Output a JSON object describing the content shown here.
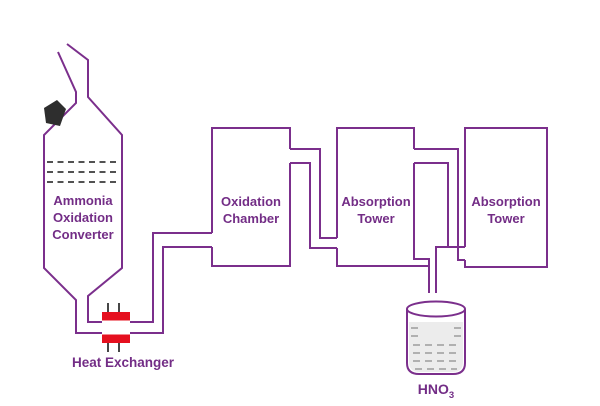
{
  "diagram": {
    "components": {
      "converter": {
        "label_lines": [
          "Ammonia",
          "Oxidation",
          "Converter"
        ]
      },
      "heat_exchanger": {
        "label": "Heat Exchanger"
      },
      "oxidation_chamber": {
        "label_lines": [
          "Oxidation",
          "Chamber"
        ]
      },
      "absorption_tower_1": {
        "label_lines": [
          "Absorption",
          "Tower"
        ]
      },
      "absorption_tower_2": {
        "label_lines": [
          "Absorption",
          "Tower"
        ]
      },
      "product_beaker": {
        "formula_base": "HNO",
        "formula_subscript": "3"
      }
    },
    "colors": {
      "pipeline_purple": "#7b2f8c",
      "label_purple": "#732d86",
      "heat_exchanger_red": "#e5101f",
      "valve_black": "#2e2e2e",
      "catalyst_dash_gray": "#3a3a3a",
      "liquid_gray": "#ececec",
      "liquid_dash_gray": "#a8a8a8",
      "background": "#ffffff"
    }
  }
}
